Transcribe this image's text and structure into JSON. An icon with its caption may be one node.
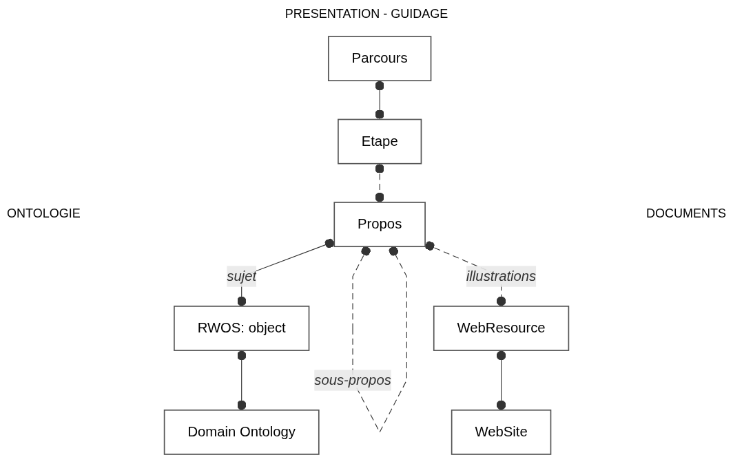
{
  "diagram": {
    "title": "PRESENTATION - GUIDAGE",
    "nodes": [
      {
        "text": [
          "Parcours"
        ]
      },
      {
        "text": [
          "Etape"
        ]
      },
      {
        "text": [
          "Propos"
        ]
      },
      {
        "text": [
          "RWOS: object"
        ]
      },
      {
        "text": [
          "WebResource"
        ]
      },
      {
        "text": [
          "Domain Ontology"
        ]
      },
      {
        "text": [
          "WebSite"
        ]
      }
    ],
    "edges": [
      {
        "from": 0,
        "to": 1,
        "arrow": "other"
      },
      {
        "from": 1,
        "to": 2,
        "arrow": "other",
        "style": "dashed"
      },
      {
        "from": 2,
        "to": 3,
        "arrow": "other",
        "label": "sujet"
      },
      {
        "from": 2,
        "to": 2,
        "arrow": "other",
        "style": "dashed",
        "label": "sous-propos"
      },
      {
        "from": 2,
        "to": 4,
        "arrow": "other",
        "style": "dashed",
        "label": "illustrations"
      },
      {
        "from": 3,
        "to": 5,
        "arrow": "other"
      },
      {
        "from": 4,
        "to": 6,
        "arrow": "other"
      }
    ],
    "labels": [
      "ONTOLOGIE",
      "DOCUMENTS"
    ]
  }
}
